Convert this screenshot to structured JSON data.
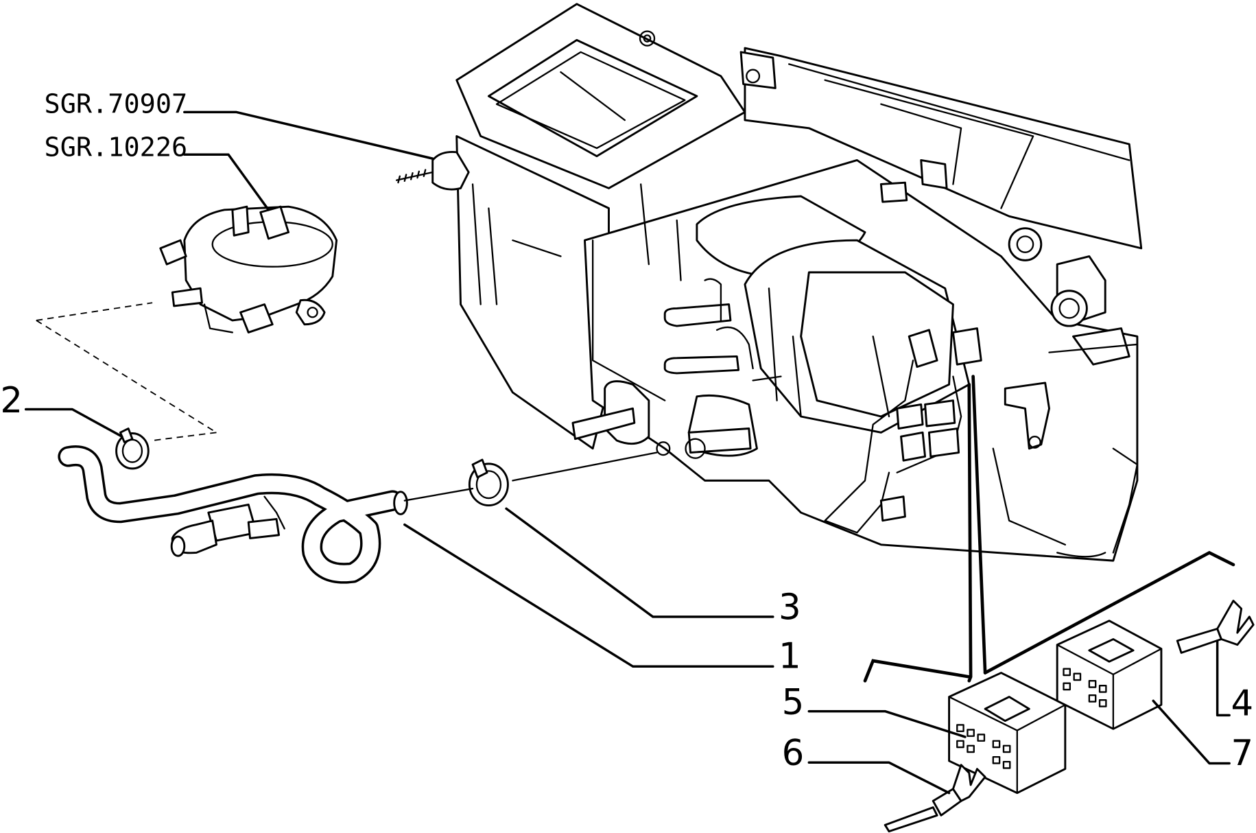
{
  "reference_codes": [
    {
      "id": "ref-sgr-70907",
      "text": "SGR.70907"
    },
    {
      "id": "ref-sgr-10226",
      "text": "SGR.10226"
    }
  ],
  "callouts": [
    {
      "id": "callout-1",
      "text": "1"
    },
    {
      "id": "callout-2",
      "text": "2"
    },
    {
      "id": "callout-3",
      "text": "3"
    },
    {
      "id": "callout-4",
      "text": "4"
    },
    {
      "id": "callout-5",
      "text": "5"
    },
    {
      "id": "callout-6",
      "text": "6"
    },
    {
      "id": "callout-7",
      "text": "7"
    }
  ]
}
